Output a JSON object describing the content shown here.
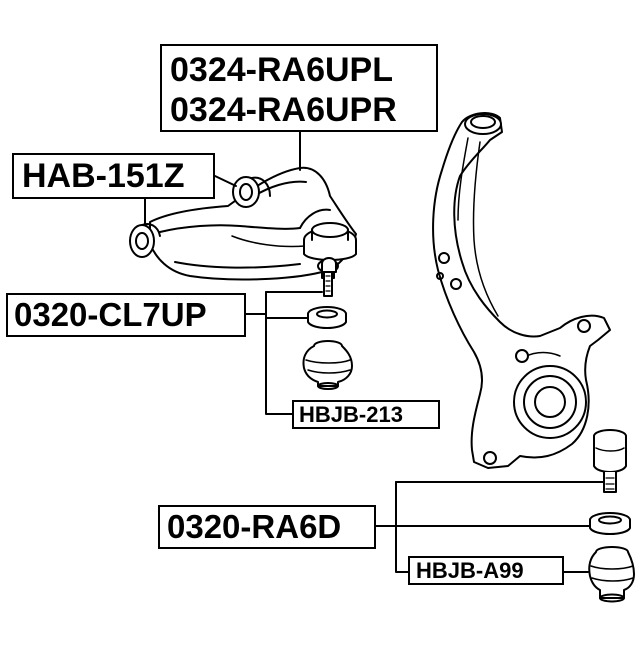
{
  "labels": {
    "upper_arm_left": "0324-RA6UPL",
    "upper_arm_right": "0324-RA6UPR",
    "arm_bushing": "HAB-151Z",
    "upper_ball_joint": "0320-CL7UP",
    "upper_boot": "HBJB-213",
    "lower_ball_joint": "0320-RA6D",
    "lower_boot": "HBJB-A99"
  }
}
